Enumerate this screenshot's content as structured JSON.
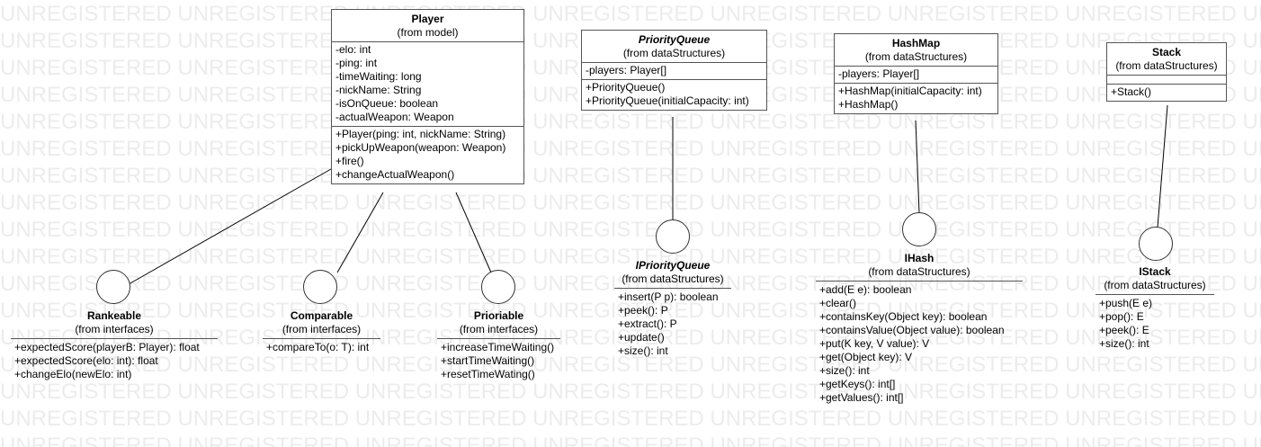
{
  "watermark_text": "UNREGISTERED UNREGISTERED UNREGISTERED UNREGISTERED UNREGISTERED UNREGISTERED UNREGISTERED UNREGISTERED",
  "classes": {
    "player": {
      "name": "Player",
      "from": "(from model)",
      "attributes": [
        "-elo: int",
        "-ping: int",
        "-timeWaiting: long",
        "-nickName: String",
        "-isOnQueue: boolean",
        "-actualWeapon: Weapon"
      ],
      "operations": [
        "+Player(ping: int, nickName: String)",
        "+pickUpWeapon(weapon: Weapon)",
        "+fire()",
        "+changeActualWeapon()"
      ]
    },
    "priority_queue": {
      "name": "PriorityQueue",
      "from": "(from dataStructures)",
      "attributes": [
        "-players: Player[]"
      ],
      "operations": [
        "+PriorityQueue()",
        "+PriorityQueue(initialCapacity: int)"
      ]
    },
    "hash_map": {
      "name": "HashMap",
      "from": "(from dataStructures)",
      "attributes": [
        "-players: Player[]"
      ],
      "operations": [
        "+HashMap(initialCapacity: int)",
        "+HashMap()"
      ]
    },
    "stack": {
      "name": "Stack",
      "from": "(from dataStructures)",
      "attributes": [],
      "operations": [
        "+Stack()"
      ]
    }
  },
  "interfaces": {
    "rankeable": {
      "name": "Rankeable",
      "from": "(from interfaces)",
      "operations": [
        "+expectedScore(playerB: Player): float",
        "+expectedScore(elo: int): float",
        "+changeElo(newElo: int)"
      ]
    },
    "comparable": {
      "name": "Comparable",
      "from": "(from interfaces)",
      "operations": [
        "+compareTo(o: T): int"
      ]
    },
    "prioriable": {
      "name": "Prioriable",
      "from": "(from interfaces)",
      "operations": [
        "+increaseTimeWaiting()",
        "+startTimeWaiting()",
        "+resetTimeWating()"
      ]
    },
    "ipriority_queue": {
      "name": "IPriorityQueue",
      "from": "(from dataStructures)",
      "operations": [
        "+insert(P p): boolean",
        "+peek(): P",
        "+extract(): P",
        "+update()",
        "+size(): int"
      ]
    },
    "ihash": {
      "name": "IHash",
      "from": "(from dataStructures)",
      "operations": [
        "+add(E e): boolean",
        "+clear()",
        "+containsKey(Object key): boolean",
        "+containsValue(Object value): boolean",
        "+put(K key, V value): V",
        "+get(Object key): V",
        "+size(): int",
        "+getKeys(): int[]",
        "+getValues(): int[]"
      ]
    },
    "istack": {
      "name": "IStack",
      "from": "(from dataStructures)",
      "operations": [
        "+push(E e)",
        "+pop(): E",
        "+peek(): E",
        "+size(): int"
      ]
    }
  }
}
